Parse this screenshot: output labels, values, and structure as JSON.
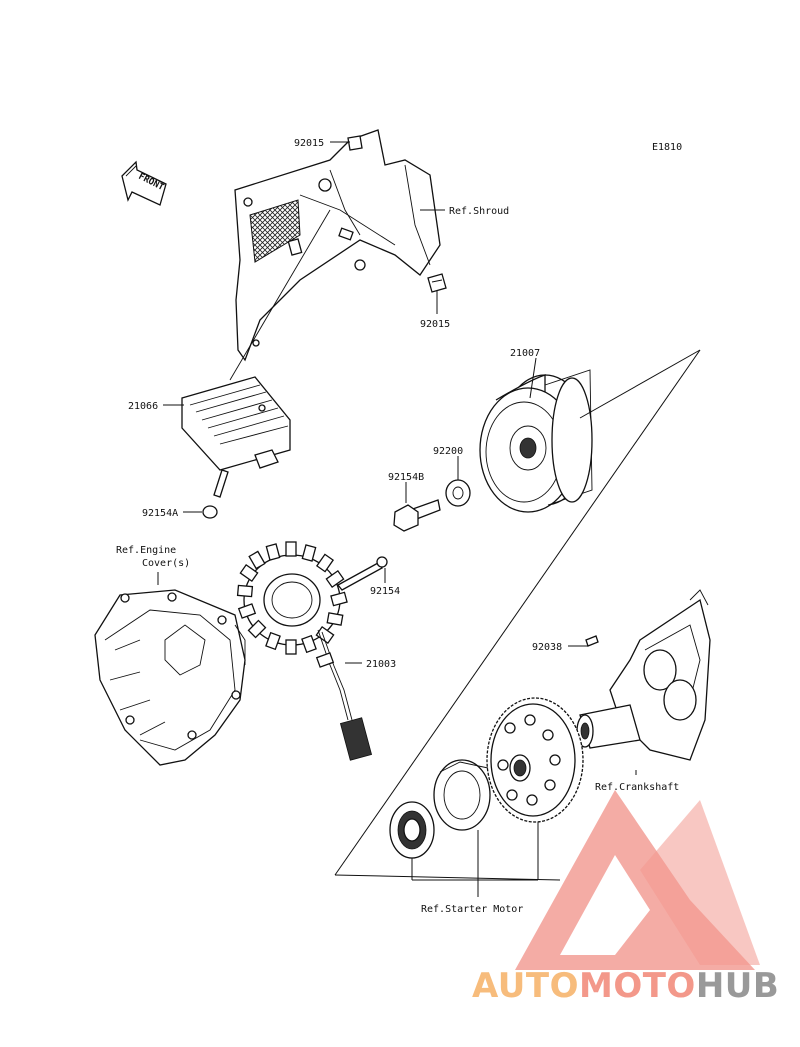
{
  "diagram": {
    "code": "E1810",
    "front_label": "FRONT",
    "labels": {
      "p92015_top": "92015",
      "p92015_bottom": "92015",
      "shroud": "Ref.Shroud",
      "p21066": "21066",
      "p21007": "21007",
      "p92200": "92200",
      "p92154B": "92154B",
      "p92154A": "92154A",
      "engine_cover_1": "Ref.Engine",
      "engine_cover_2": "Cover(s)",
      "p92154": "92154",
      "p21003": "21003",
      "p92038": "92038",
      "crankshaft": "Ref.Crankshaft",
      "starter_motor": "Ref.Starter Motor"
    }
  },
  "watermark": {
    "text_part1": "AUTO",
    "text_part2": "MOTO",
    "text_part3": "HUB",
    "colors": {
      "auto": "#f6b36a",
      "moto": "#f28a7a",
      "hub": "#8c8c8c",
      "triangle": "#f08a80"
    }
  }
}
